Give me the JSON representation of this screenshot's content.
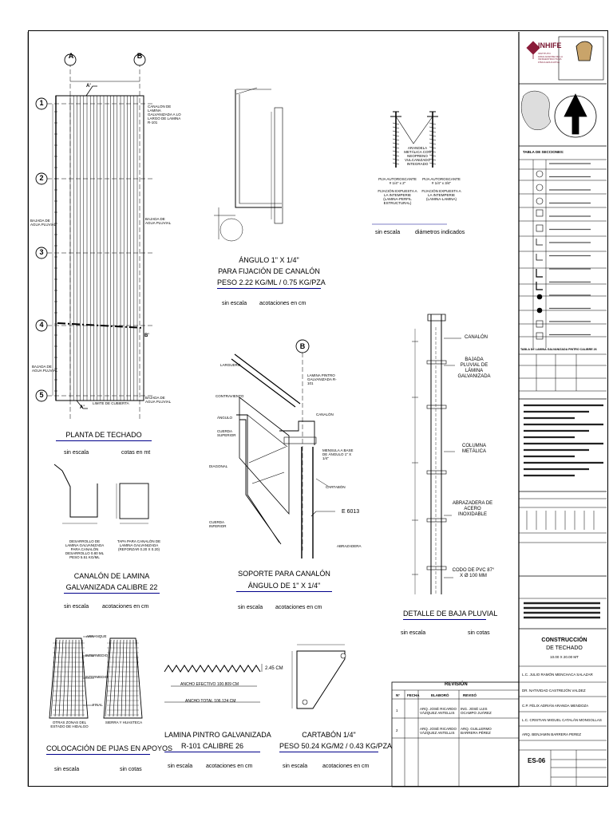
{
  "grid": {
    "cols": [
      "A",
      "B"
    ],
    "rows": [
      "1",
      "2",
      "3",
      "4",
      "5"
    ],
    "cut_marks": [
      "A'",
      "A'",
      "B'"
    ]
  },
  "plan": {
    "title": "PLANTA DE TECHADO",
    "scale_left": "sin escala",
    "scale_right": "cotas en mt",
    "notes": {
      "canalon": "CANALON DE LAMINA GALVANIZADA A LO LARGO DE LAMINA R-101",
      "bajada_left_1": "BAJADA DE AGUA PLUVIAL",
      "bajada_right_1": "BAJADA DE AGUA PLUVIAL",
      "bajada_left_2": "BAJADA DE AGUA PLUVIAL",
      "bajada_right_2": "BAJADA DE AGUA PLUVIAL",
      "limite": "LIMITE DE CUBIERTA"
    }
  },
  "angulo": {
    "title1": "ÁNGULO 1\" X 1/4\"",
    "title2": "PARA FIJACIÓN DE CANALÓN",
    "title3": "PESO 2.22 KG/ML  /  0.75 KG/PZA",
    "scale_left": "sin escala",
    "scale_right": "acotaciones en cm"
  },
  "pijas": {
    "center_note": "ARANDELA METÁLICA CON NEOPRENO VULCANIZADO INTEGRADO",
    "left_note1": "PIJA AUTOROSCANTE # 1/4\" x 2\"",
    "left_note2": "FIJACIÓN EXPUESTA A LA INTEMPERIE (LAMINA-PERFIL ESTRUCTURAL)",
    "right_note1": "PIJA AUTOROSCANTE # 1/4\" x 3/4\"",
    "right_note2": "FIJACIÓN EXPUESTA A LA INTEMPERIE (LAMINA-LAMINA)",
    "scale_left": "sin escala",
    "scale_right": "diámetros indicados"
  },
  "soporte": {
    "title1": "SOPORTE PARA CANALÓN",
    "title2": "ÁNGULO DE 1\" X 1/4\"",
    "scale_left": "sin escala",
    "scale_right": "acotaciones en cm",
    "weld": "E 6013",
    "labels": [
      "LARGUERO",
      "LAMINA PINTRO GALVANIZADA R-101",
      "CONTRAVIENTO",
      "ÁNGULO",
      "CUERDA SUPERIOR",
      "CANALÓN",
      "DIAGONAL",
      "CUERDA INFERIOR",
      "MENSULA A BASE DE ÁNGULO 1\" X 1/4\"",
      "CARTABÓN",
      "ABRAZADERA"
    ]
  },
  "baja": {
    "title": "DETALLE DE BAJA PLUVIAL",
    "scale_left": "sin escala",
    "scale_right": "sin cotas",
    "canalon": "CANALÓN",
    "bajada": "BAJADA PLUVIAL DE LÁMINA GALVANIZADA",
    "columna": "COLUMNA METÁLICA",
    "abrazadera": "ABRAZADERA DE ACERO INOXIDABLE",
    "codo": "CODO DE PVC 87° X Ø 100 MM"
  },
  "canalon_lamina": {
    "title1": "CANALÓN DE LAMINA",
    "title2": "GALVANIZADA CALIBRE 22",
    "scale_left": "sin escala",
    "scale_right": "acotaciones en cm",
    "note1": "DESARROLLO DE LAMINA GALVANIZADA PARA CANALÓN DESARROLLO 0.80 ML PESO 5.51 KG/ML",
    "note2": "TAPA PARA CANALÓN DE LAMINA GALVANIZADA (REFORZAR 0.20 X 0.20)"
  },
  "colocacion": {
    "title": "COLOCACIÓN DE PIJAS EN APOYOS",
    "scale_left": "sin escala",
    "scale_right": "sin cotas",
    "arranque": "ARRANQUE",
    "intermedio1": "INTERMEDIO",
    "intermedio2": "INTERMEDIO",
    "final": "FINAL",
    "left_caption": "OTRAS ZONAS DEL ESTADO DE HIDALGO",
    "right_caption": "SIERRA Y HUASTECA"
  },
  "lamina": {
    "title1": "LAMINA PINTRO GALVANIZADA",
    "title2": "R-101 CALIBRE 26",
    "scale_left": "sin escala",
    "scale_right": "acotaciones en cm",
    "ancho_efectivo": "ANCHO EFECTIVO 100.809 CM",
    "ancho_total": "ANCHO TOTAL 106.124 CM",
    "altura": "2.45 CM"
  },
  "cartabon": {
    "title1": "CARTABÓN 1/4\"",
    "title2": "PESO 50.24 KG/M2  /  0.43 KG/PZA",
    "scale_left": "sin escala",
    "scale_right": "acotaciones en cm"
  },
  "revision": {
    "header": "REVISIÓN",
    "cols": [
      "N°",
      "FECHA",
      "ELABORÓ",
      "REVISÓ"
    ],
    "rows": [
      {
        "no": "1",
        "elaboro": "ARQ. JOSÉ RICARDO VÁZQUEZ ANTELLIS",
        "reviso": "ING. JOSÉ LUIS OCAMPO JUÁREZ"
      },
      {
        "no": "2",
        "elaboro": "ARQ. JOSÉ RICARDO VÁZQUEZ ANTELLIS",
        "reviso": "ARQ. GUILLERMO BARRERA PÉREZ"
      }
    ]
  },
  "titleblock": {
    "org": "INHIFE",
    "org_sub": "INSTITUTO HIDALGUENSE DE LA INFRAESTRUCTURA FÍSICA EDUCATIVA",
    "tabla": "TABLA DE SECCIONES:",
    "tabla2": "TABLA DE LAMINA GALVANIZADA PINTRO CALIBRE 26",
    "plano_title": "CONSTRUCCIÓN",
    "plano_sub": "DE TECHADO",
    "plano_dims": "10.00 X 20.00 MT",
    "people": [
      "L.C. JULIO RAMÓN MENCHACA SALAZAR",
      "DR. NATIVIDAD CASTREJÓN VALDEZ",
      "C.P. FÉLIX ADRIÁN ARANDA MENDOZA",
      "L.C. CRISTIAN MIGUEL CATALÁN MONGOLLAS",
      "ARQ. BENJAMIN BARRERA PEREZ"
    ],
    "clave": "ES-06"
  }
}
